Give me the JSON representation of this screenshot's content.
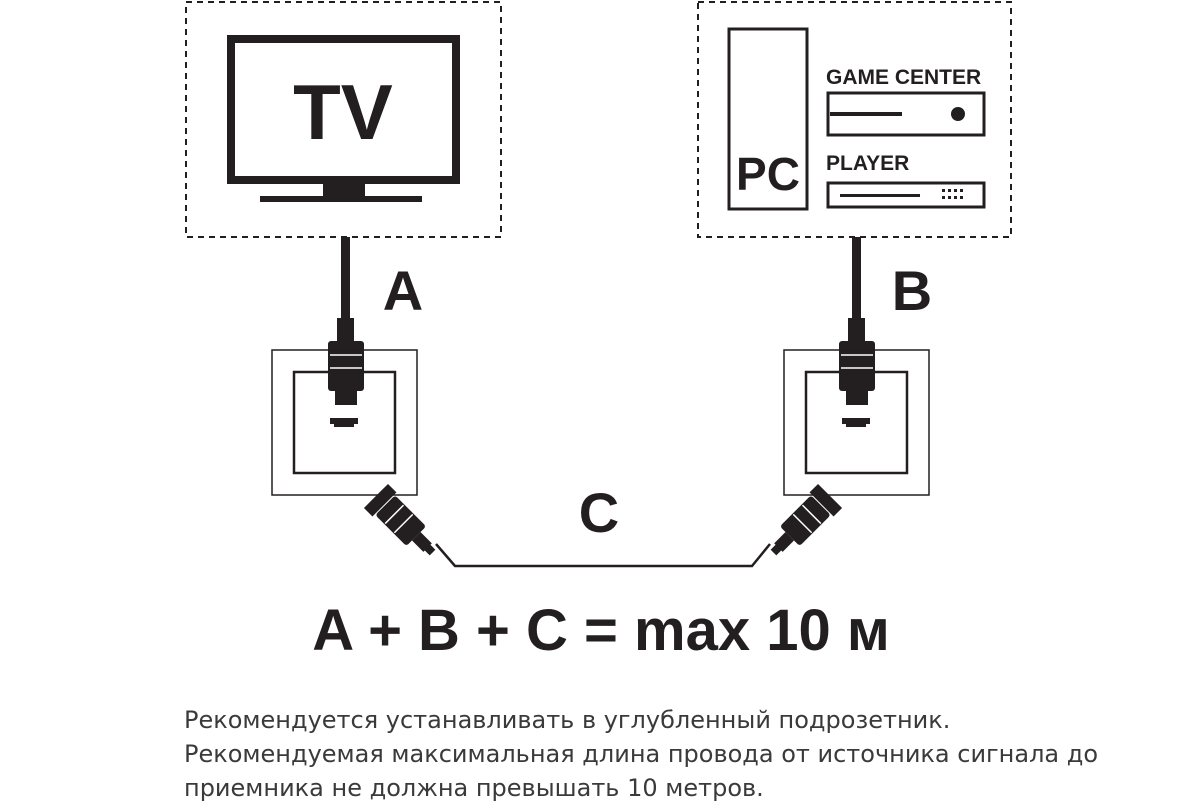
{
  "labels": {
    "tv": "TV",
    "pc": "PC",
    "game_center": "GAME CENTER",
    "player": "PLAYER",
    "cable_a": "A",
    "cable_b": "B",
    "cable_c": "C"
  },
  "formula": "A + B + C = max 10 м",
  "notes": [
    "Рекомендуется устанавливать в углубленный подрозетник.",
    "Рекомендуемая максимальная длина провода от источника сигнала до",
    "приемника не должна превышать 10 метров."
  ],
  "colors": {
    "ink": "#231f20",
    "note_text": "#3a3a3a",
    "background": "#ffffff"
  }
}
